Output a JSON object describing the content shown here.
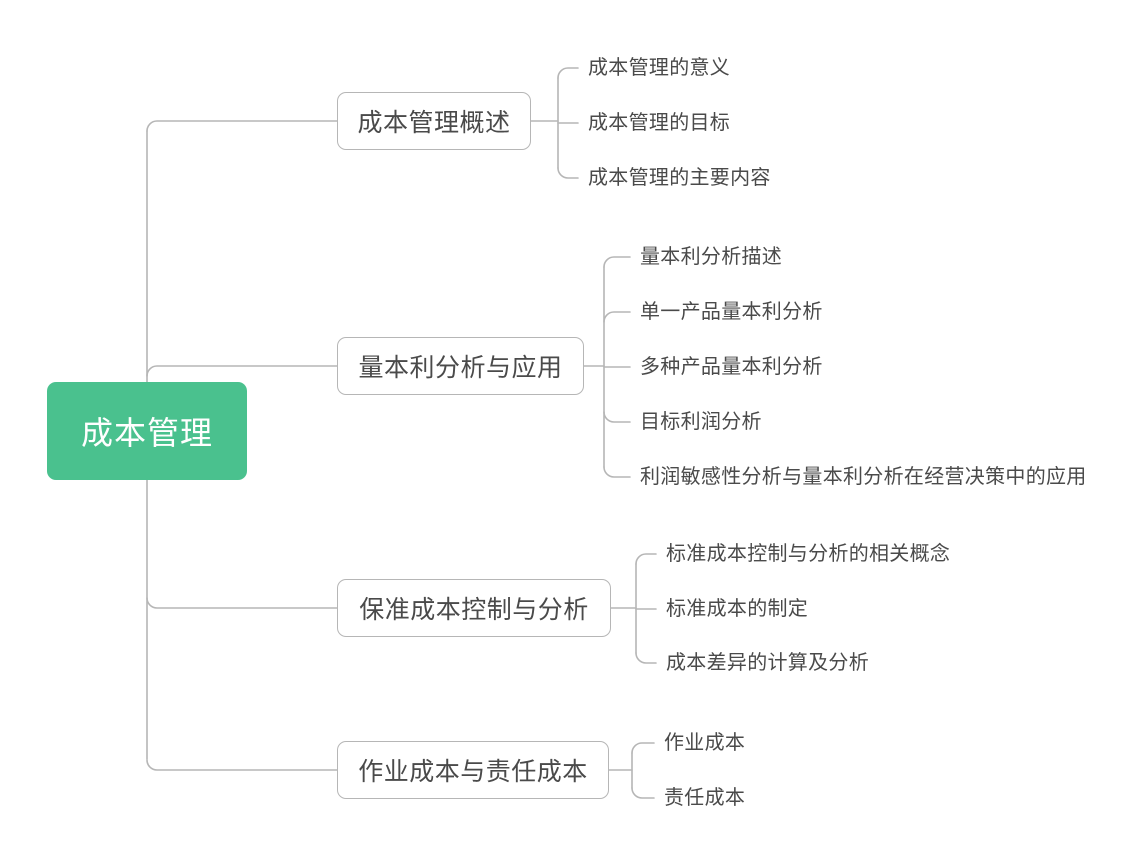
{
  "document": {
    "type": "mind-map",
    "title": "成本管理",
    "background_color": "#ffffff",
    "root_color": "#4ac18e",
    "line_color": "#b6b6b6",
    "text_color": "#4a4a4a",
    "root_text_color": "#ffffff"
  },
  "root": {
    "label": "成本管理"
  },
  "branches": [
    {
      "label": "成本管理概述",
      "leaves": [
        {
          "label": "成本管理的意义"
        },
        {
          "label": "成本管理的目标"
        },
        {
          "label": "成本管理的主要内容"
        }
      ]
    },
    {
      "label": "量本利分析与应用",
      "leaves": [
        {
          "label": "量本利分析描述"
        },
        {
          "label": "单一产品量本利分析"
        },
        {
          "label": "多种产品量本利分析"
        },
        {
          "label": "目标利润分析"
        },
        {
          "label": "利润敏感性分析与量本利分析在经营决策中的应用"
        }
      ]
    },
    {
      "label": "保准成本控制与分析",
      "leaves": [
        {
          "label": "标准成本控制与分析的相关概念"
        },
        {
          "label": "标准成本的制定"
        },
        {
          "label": "成本差异的计算及分析"
        }
      ]
    },
    {
      "label": "作业成本与责任成本",
      "leaves": [
        {
          "label": "作业成本"
        },
        {
          "label": "责任成本"
        }
      ]
    }
  ]
}
